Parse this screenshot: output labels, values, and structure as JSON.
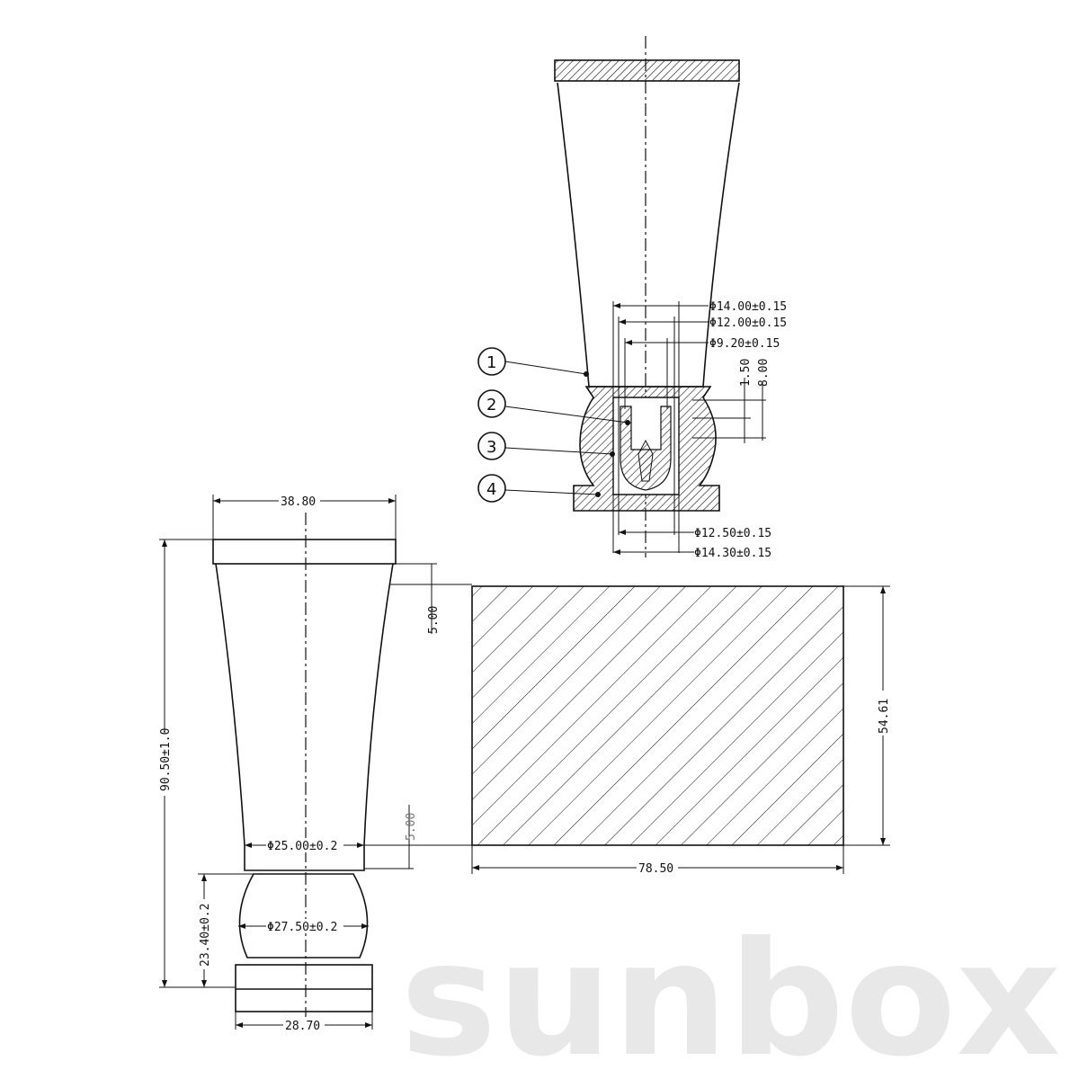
{
  "watermark": "sunbox",
  "section_view": {
    "balloons": [
      "1",
      "2",
      "3",
      "4"
    ],
    "dims": {
      "d_top1": "Φ14.00±0.15",
      "d_top2": "Φ12.00±0.15",
      "d_top3": "Φ9.20±0.15",
      "h_small": "1.50",
      "h_large": "8.00",
      "d_bot1": "Φ12.50±0.15",
      "d_bot2": "Φ14.30±0.15"
    }
  },
  "front_view": {
    "dims": {
      "top_width": "38.80",
      "total_height": "90.50±1.0",
      "top_offset": "5.00",
      "bottom_offset": "5.00",
      "neck_diameter": "Φ25.00±0.2",
      "ball_diameter": "Φ27.50±0.2",
      "ball_height": "23.40±0.2",
      "base_width": "28.70"
    }
  },
  "side_panel": {
    "height": "54.61",
    "width": "78.50"
  },
  "colors": {
    "line": "#111111",
    "watermark": "#e8e8e8"
  }
}
